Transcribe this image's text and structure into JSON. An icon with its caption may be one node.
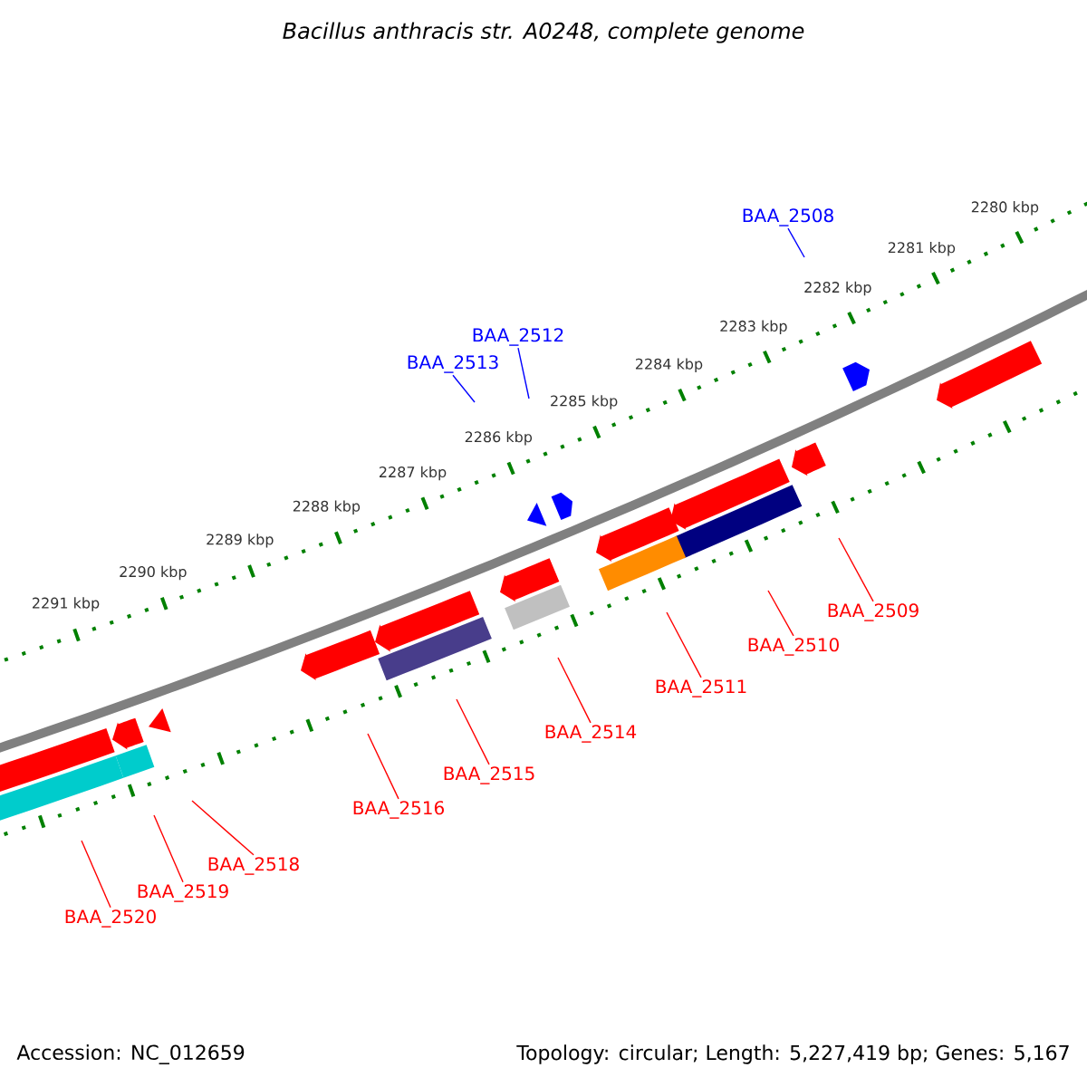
{
  "diagram": {
    "title": "Bacillus anthracis str. A0248, complete genome",
    "nodes": [
      {
        "text": [
          "BAA_2508"
        ]
      },
      {
        "text": [
          "BAA_2512"
        ]
      },
      {
        "text": [
          "BAA_2513"
        ]
      },
      {
        "text": [
          "BAA_2509"
        ]
      },
      {
        "text": [
          "BAA_2510"
        ]
      },
      {
        "text": [
          "BAA_2511"
        ]
      },
      {
        "text": [
          "BAA_2514"
        ]
      },
      {
        "text": [
          "BAA_2515"
        ]
      },
      {
        "text": [
          "BAA_2516"
        ]
      },
      {
        "text": [
          "BAA_2518"
        ]
      },
      {
        "text": [
          "BAA_2519"
        ]
      },
      {
        "text": [
          "BAA_2520"
        ]
      }
    ],
    "edges": [
      {
        "from": 0,
        "to": null,
        "arrow": "none",
        "color": "#0000ff"
      },
      {
        "from": 1,
        "to": null,
        "arrow": "none",
        "color": "#0000ff"
      },
      {
        "from": 2,
        "to": null,
        "arrow": "none",
        "color": "#0000ff"
      },
      {
        "from": 3,
        "to": null,
        "arrow": "none"
      },
      {
        "from": 4,
        "to": null,
        "arrow": "none"
      },
      {
        "from": 5,
        "to": null,
        "arrow": "none"
      },
      {
        "from": 6,
        "to": null,
        "arrow": "none"
      },
      {
        "from": 7,
        "to": null,
        "arrow": "none"
      },
      {
        "from": 8,
        "to": null,
        "arrow": "none"
      },
      {
        "from": 9,
        "to": null,
        "arrow": "none"
      },
      {
        "from": 10,
        "to": null,
        "arrow": "none"
      },
      {
        "from": 11,
        "to": null,
        "arrow": "none"
      }
    ],
    "labels": [
      "2280 kbp",
      "2281 kbp",
      "2282 kbp",
      "2283 kbp",
      "2284 kbp",
      "2285 kbp",
      "2286 kbp",
      "2287 kbp",
      "2288 kbp",
      "2289 kbp",
      "2290 kbp",
      "2291 kbp",
      "Accession: NC_012659",
      "Topology: circular; Length: 5,227,419 bp; Genes: 5,167"
    ]
  }
}
